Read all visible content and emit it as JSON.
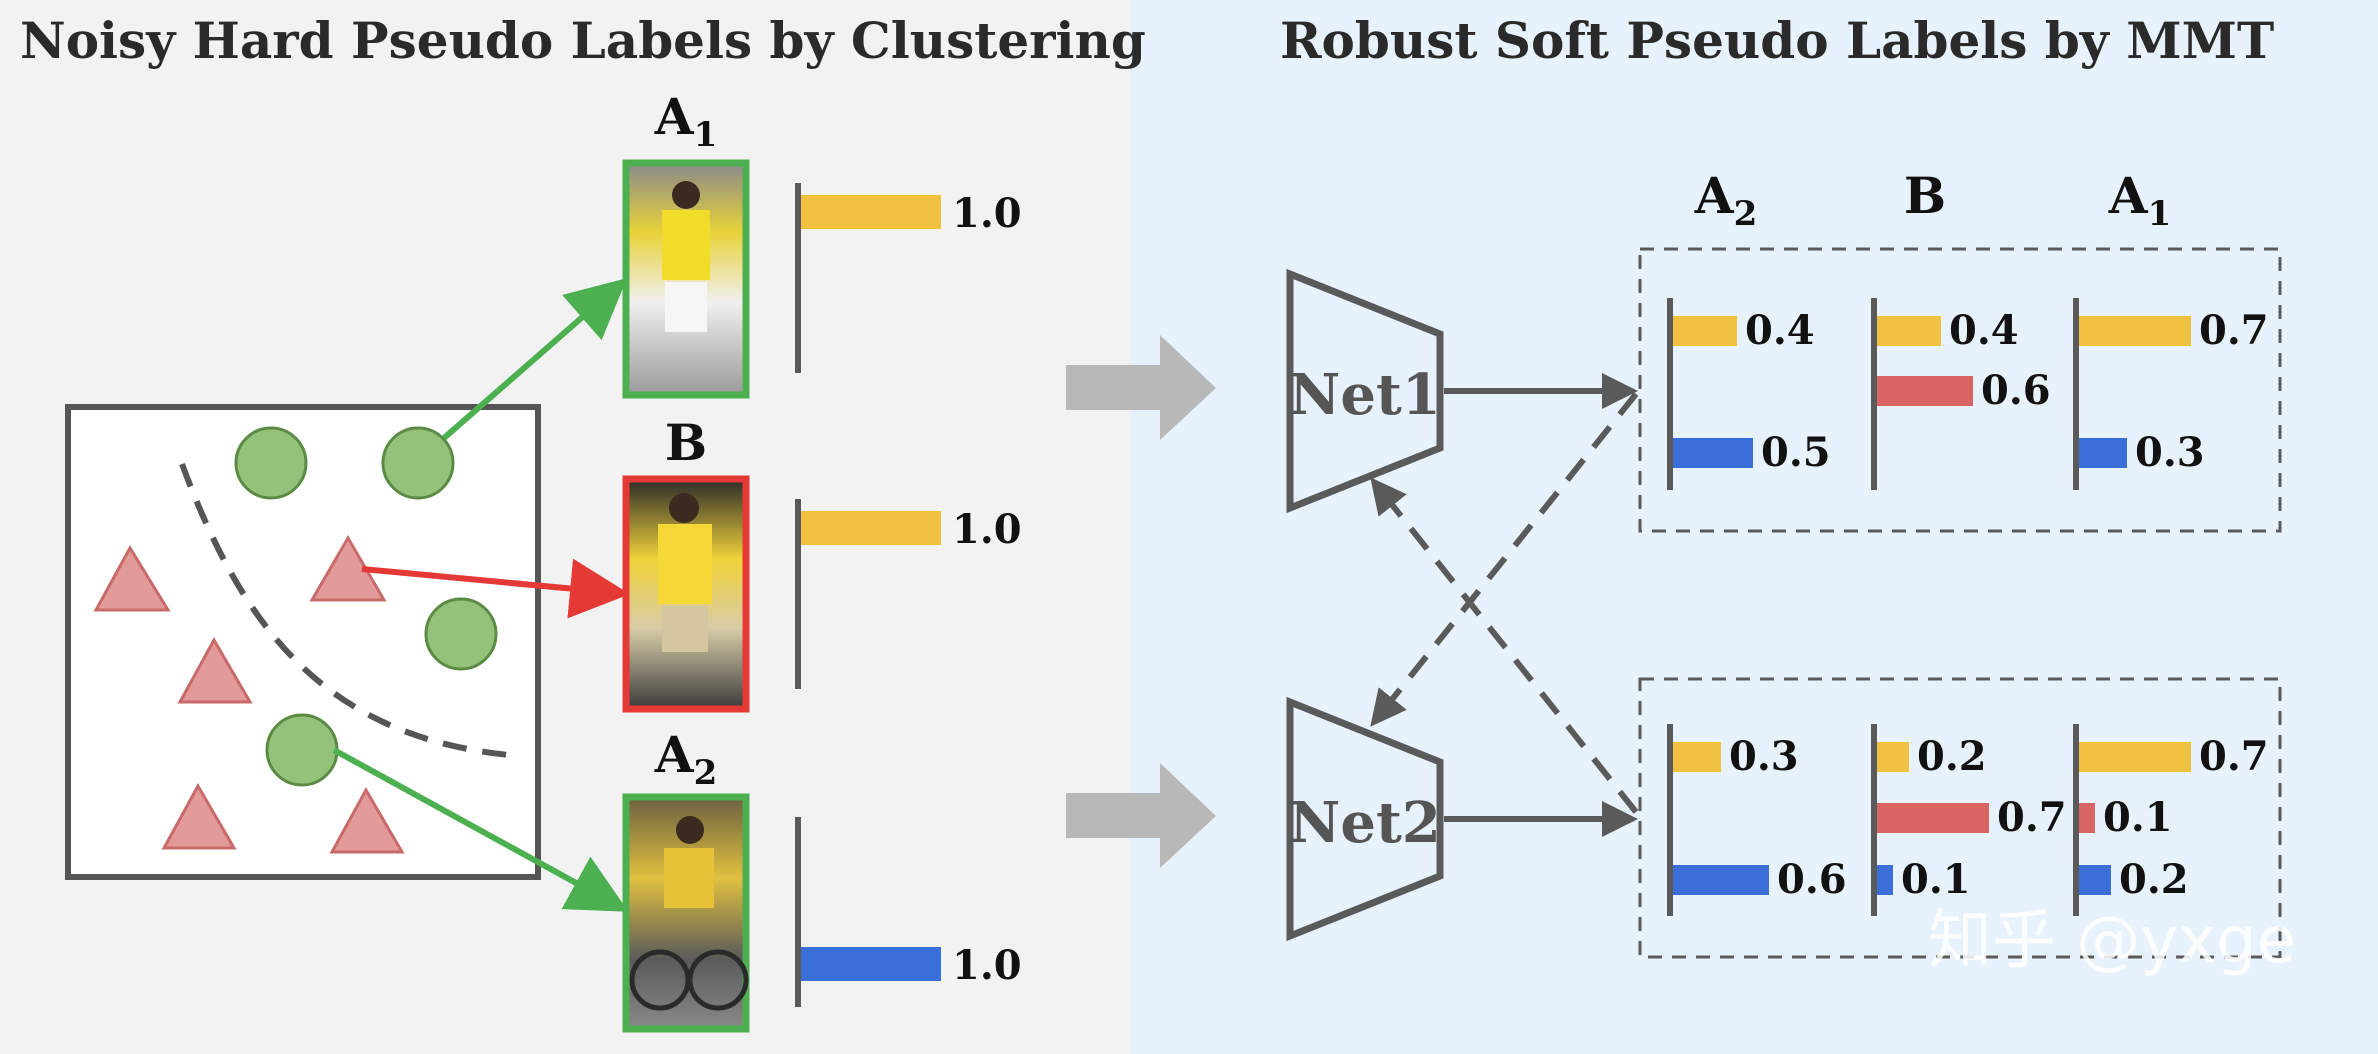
{
  "left_panel": {
    "title": "Noisy Hard Pseudo Labels by Clustering",
    "images": [
      {
        "label": "A",
        "subscript": "1",
        "frame_color": "#4caf50",
        "value": "1.0",
        "bar_color": "#f0c040",
        "bar_position": "top",
        "level": 1.0
      },
      {
        "label": "B",
        "subscript": "",
        "frame_color": "#e53935",
        "value": "1.0",
        "bar_color": "#f0c040",
        "bar_position": "top",
        "level": 1.0
      },
      {
        "label": "A",
        "subscript": "2",
        "frame_color": "#4caf50",
        "value": "1.0",
        "bar_color": "#3a6fd8",
        "bar_position": "bottom",
        "level": 1.0
      }
    ]
  },
  "right_panel": {
    "title": "Robust Soft Pseudo Labels by MMT",
    "columns": [
      {
        "label": "A",
        "subscript": "2"
      },
      {
        "label": "B",
        "subscript": ""
      },
      {
        "label": "A",
        "subscript": "1"
      }
    ],
    "nets": [
      "Net1",
      "Net2"
    ],
    "outputs": [
      {
        "net": "Net1",
        "groups": [
          {
            "bars": [
              {
                "color": "yellow",
                "value": "0.4"
              },
              {
                "color": "blue",
                "value": "0.5"
              }
            ]
          },
          {
            "bars": [
              {
                "color": "yellow",
                "value": "0.4"
              },
              {
                "color": "red",
                "value": "0.6"
              }
            ]
          },
          {
            "bars": [
              {
                "color": "yellow",
                "value": "0.7"
              },
              {
                "color": "blue",
                "value": "0.3"
              }
            ]
          }
        ]
      },
      {
        "net": "Net2",
        "groups": [
          {
            "bars": [
              {
                "color": "yellow",
                "value": "0.3"
              },
              {
                "color": "blue",
                "value": "0.6"
              }
            ]
          },
          {
            "bars": [
              {
                "color": "yellow",
                "value": "0.2"
              },
              {
                "color": "red",
                "value": "0.7"
              },
              {
                "color": "blue",
                "value": "0.1"
              }
            ]
          },
          {
            "bars": [
              {
                "color": "yellow",
                "value": "0.7"
              },
              {
                "color": "red",
                "value": "0.1"
              },
              {
                "color": "blue",
                "value": "0.2"
              }
            ]
          }
        ]
      }
    ]
  },
  "colors": {
    "yellow": "#f0c040",
    "red": "#d86464",
    "blue": "#3a6fd8",
    "green": "#4caf50",
    "arrow_red": "#e53935",
    "gray": "#5a5a5a"
  },
  "watermark": "知乎 @yxge"
}
